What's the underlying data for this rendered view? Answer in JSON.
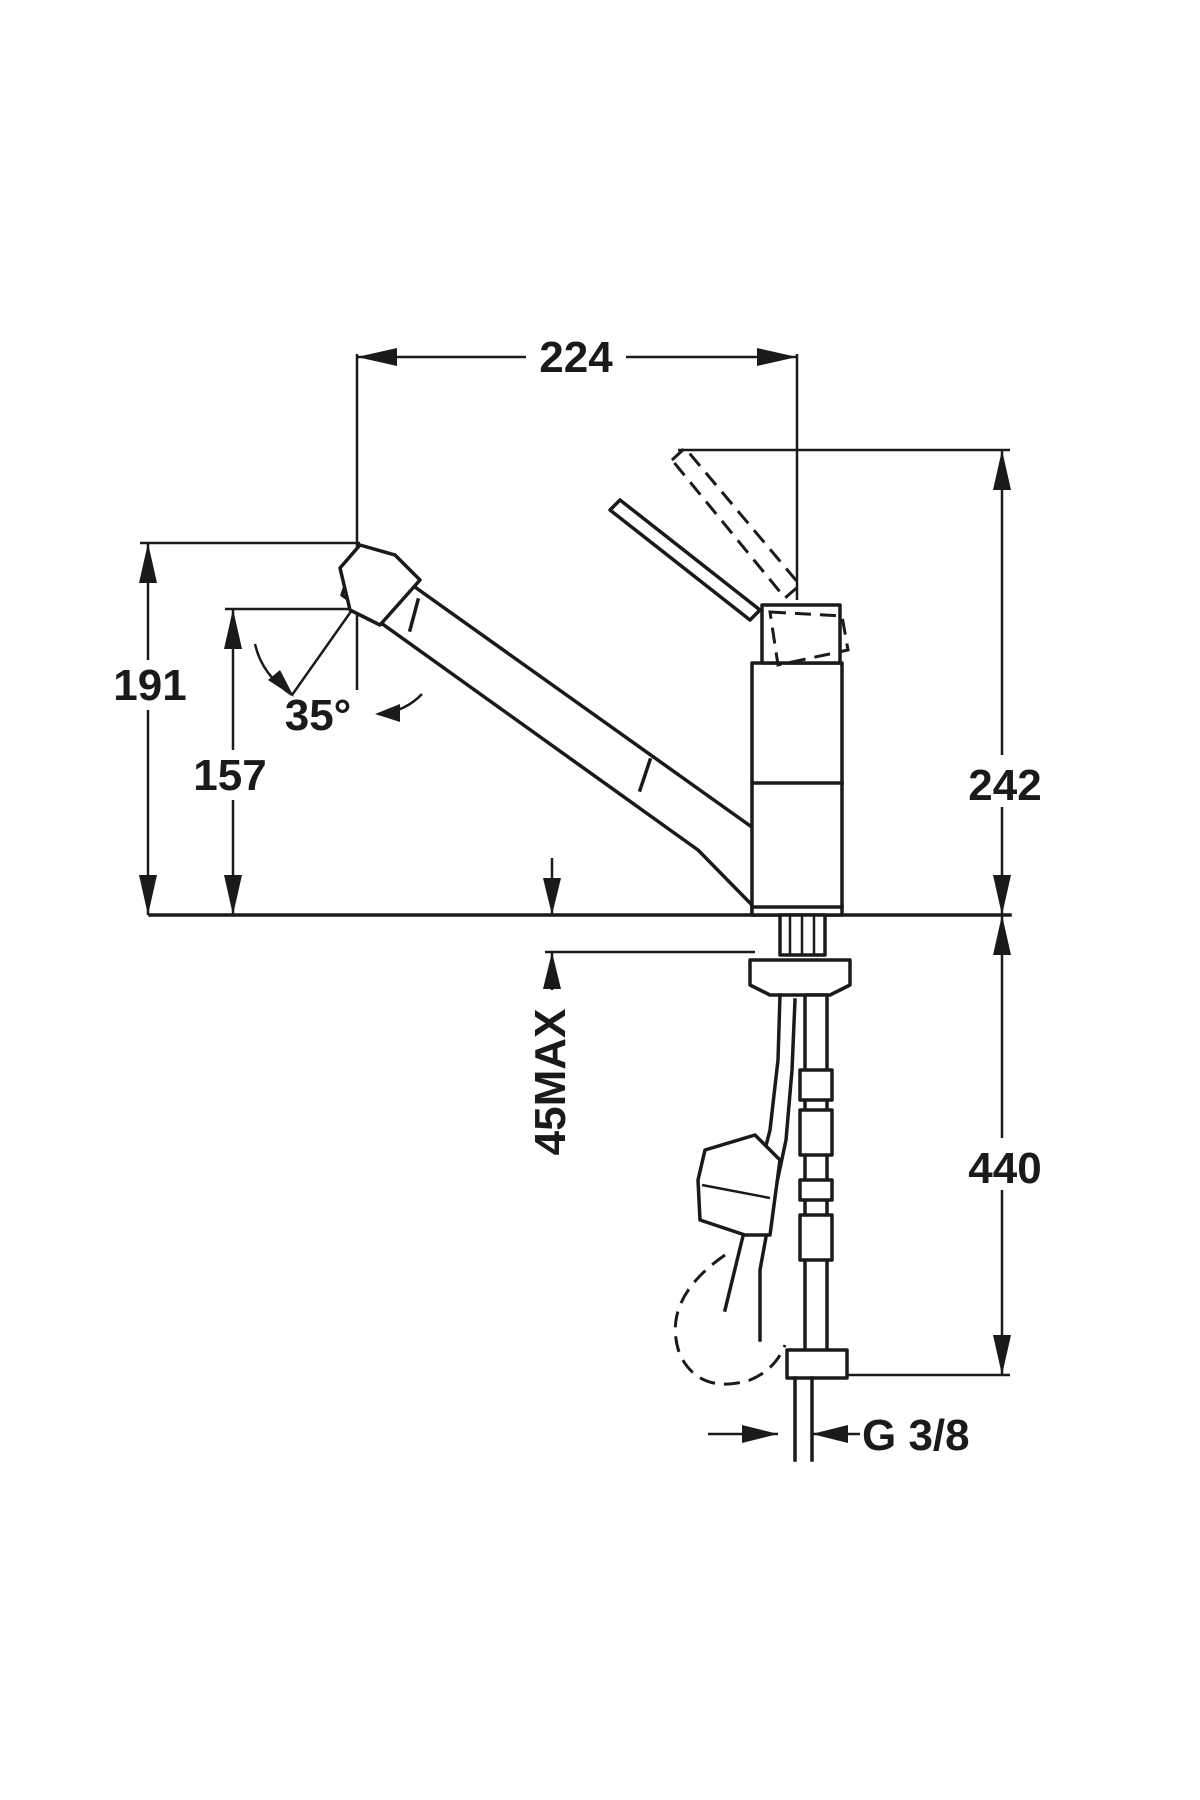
{
  "dimensions": {
    "width_top": "224",
    "height_overall": "242",
    "height_spout_outer": "191",
    "height_spout_inner": "157",
    "angle": "35°",
    "countertop_max": "45MAX",
    "below_length": "440",
    "connection": "G 3/8"
  },
  "colors": {
    "line": "#1a1a1a",
    "background": "#ffffff"
  }
}
